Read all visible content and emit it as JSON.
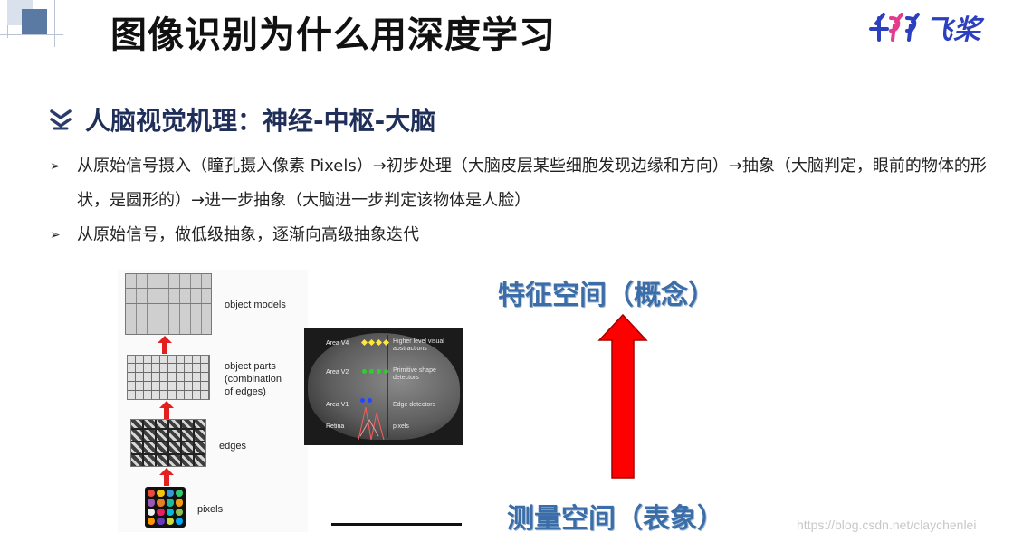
{
  "header": {
    "title": "图像识别为什么用深度学习",
    "logo_text": "飞桨"
  },
  "section": {
    "heading": "人脑视觉机理：神经-中枢-大脑"
  },
  "bullets": [
    "从原始信号摄入（瞳孔摄入像素 Pixels）→初步处理（大脑皮层某些细胞发现边缘和方向）→抽象（大脑判定，眼前的物体的形状，是圆形的）→进一步抽象（大脑进一步判定该物体是人脸）",
    "从原始信号，做低级抽象，逐渐向高级抽象迭代"
  ],
  "hierarchy_figure": {
    "labels": {
      "object_models": "object models",
      "object_parts_1": "object parts",
      "object_parts_2": "(combination",
      "object_parts_3": "of edges)",
      "edges": "edges",
      "pixels": "pixels"
    },
    "pixel_colors": [
      "#e74c3c",
      "#f1c40f",
      "#3498db",
      "#2ecc71",
      "#9b59b6",
      "#e67e22",
      "#1abc9c",
      "#f39c12",
      "#ecf0f1",
      "#e91e63",
      "#00bcd4",
      "#8bc34a",
      "#ff9800",
      "#673ab7",
      "#cddc39",
      "#03a9f4"
    ]
  },
  "brain_figure": {
    "areas": [
      {
        "name": "Area V4",
        "desc_1": "Higher level visual",
        "desc_2": "abstractions",
        "dot_color": "#ffe83a"
      },
      {
        "name": "Area V2",
        "desc_1": "Primitive shape",
        "desc_2": "detectors",
        "dot_color": "#2ad12a"
      },
      {
        "name": "Area V1",
        "desc_1": "Edge detectors",
        "desc_2": "",
        "dot_color": "#2446ff"
      },
      {
        "name": "Retina",
        "desc_1": "pixels",
        "desc_2": "",
        "dot_color": "#ff4040"
      }
    ]
  },
  "concept_arrow": {
    "top_label": "特征空间（概念）",
    "bottom_label": "测量空间（表象）",
    "arrow_color": "#ff0000"
  },
  "watermark": "https://blog.csdn.net/claychenlei"
}
